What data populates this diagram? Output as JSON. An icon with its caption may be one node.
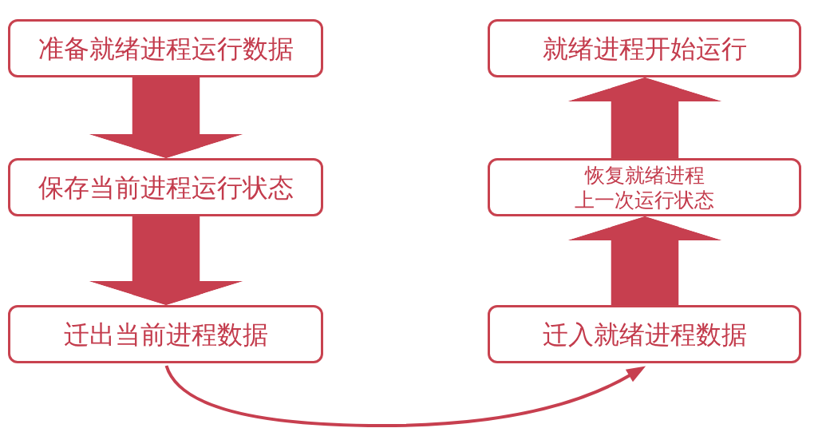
{
  "diagram": {
    "nodes": [
      {
        "text": [
          "准备就绪进程运行数据"
        ]
      },
      {
        "text": [
          "就绪进程开始运行"
        ]
      },
      {
        "text": [
          "保存当前进程运行状态"
        ]
      },
      {
        "text": [
          "恢复就绪进程上一次运行状态"
        ]
      },
      {
        "text": [
          "迁出当前进程数据"
        ]
      },
      {
        "text": [
          "迁入就绪进程数据"
        ]
      }
    ],
    "edges": [
      {
        "from": 0,
        "to": 2,
        "arrow": "to"
      },
      {
        "from": 2,
        "to": 4,
        "arrow": "to"
      },
      {
        "from": 4,
        "to": 5,
        "arrow": "to"
      },
      {
        "from": 5,
        "to": 3,
        "arrow": "to"
      },
      {
        "from": 3,
        "to": 1,
        "arrow": "to"
      }
    ]
  }
}
